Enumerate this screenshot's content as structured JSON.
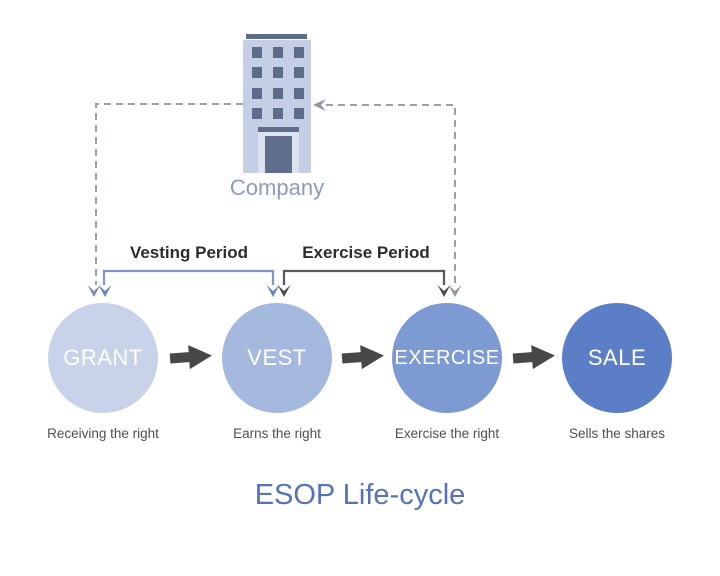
{
  "diagram": {
    "title": "ESOP Life-cycle",
    "company_label": "Company",
    "vesting_period_label": "Vesting Period",
    "exercise_period_label": "Exercise Period",
    "stages": [
      {
        "label": "GRANT",
        "caption": "Receiving the right",
        "color": "#c8d2e9"
      },
      {
        "label": "VEST",
        "caption": "Earns the right",
        "color": "#a5b8dd"
      },
      {
        "label": "EXERCISE",
        "caption": "Exercise the right",
        "color": "#7e9ad2"
      },
      {
        "label": "SALE",
        "caption": "Sells the shares",
        "color": "#5c7ec6"
      }
    ],
    "icons": {
      "building": "company-building-icon",
      "flow_arrow": "right-block-arrow-icon",
      "arrowheads": "down-arrowhead-icon"
    },
    "colors": {
      "background": "#ffffff",
      "title_text": "#5673b9",
      "company_text": "#8d9bba",
      "period_text": "#2d2d2d",
      "caption_text": "#4f4f4f",
      "circle_text": "#ffffff",
      "dashed_connector": "#9aa1ab",
      "vesting_bracket": "#7e97c9",
      "exercise_bracket": "#5a5a5a",
      "flow_arrow": "#484848",
      "building_body": "#c4cee4",
      "building_detail": "#5d6c8a"
    }
  }
}
